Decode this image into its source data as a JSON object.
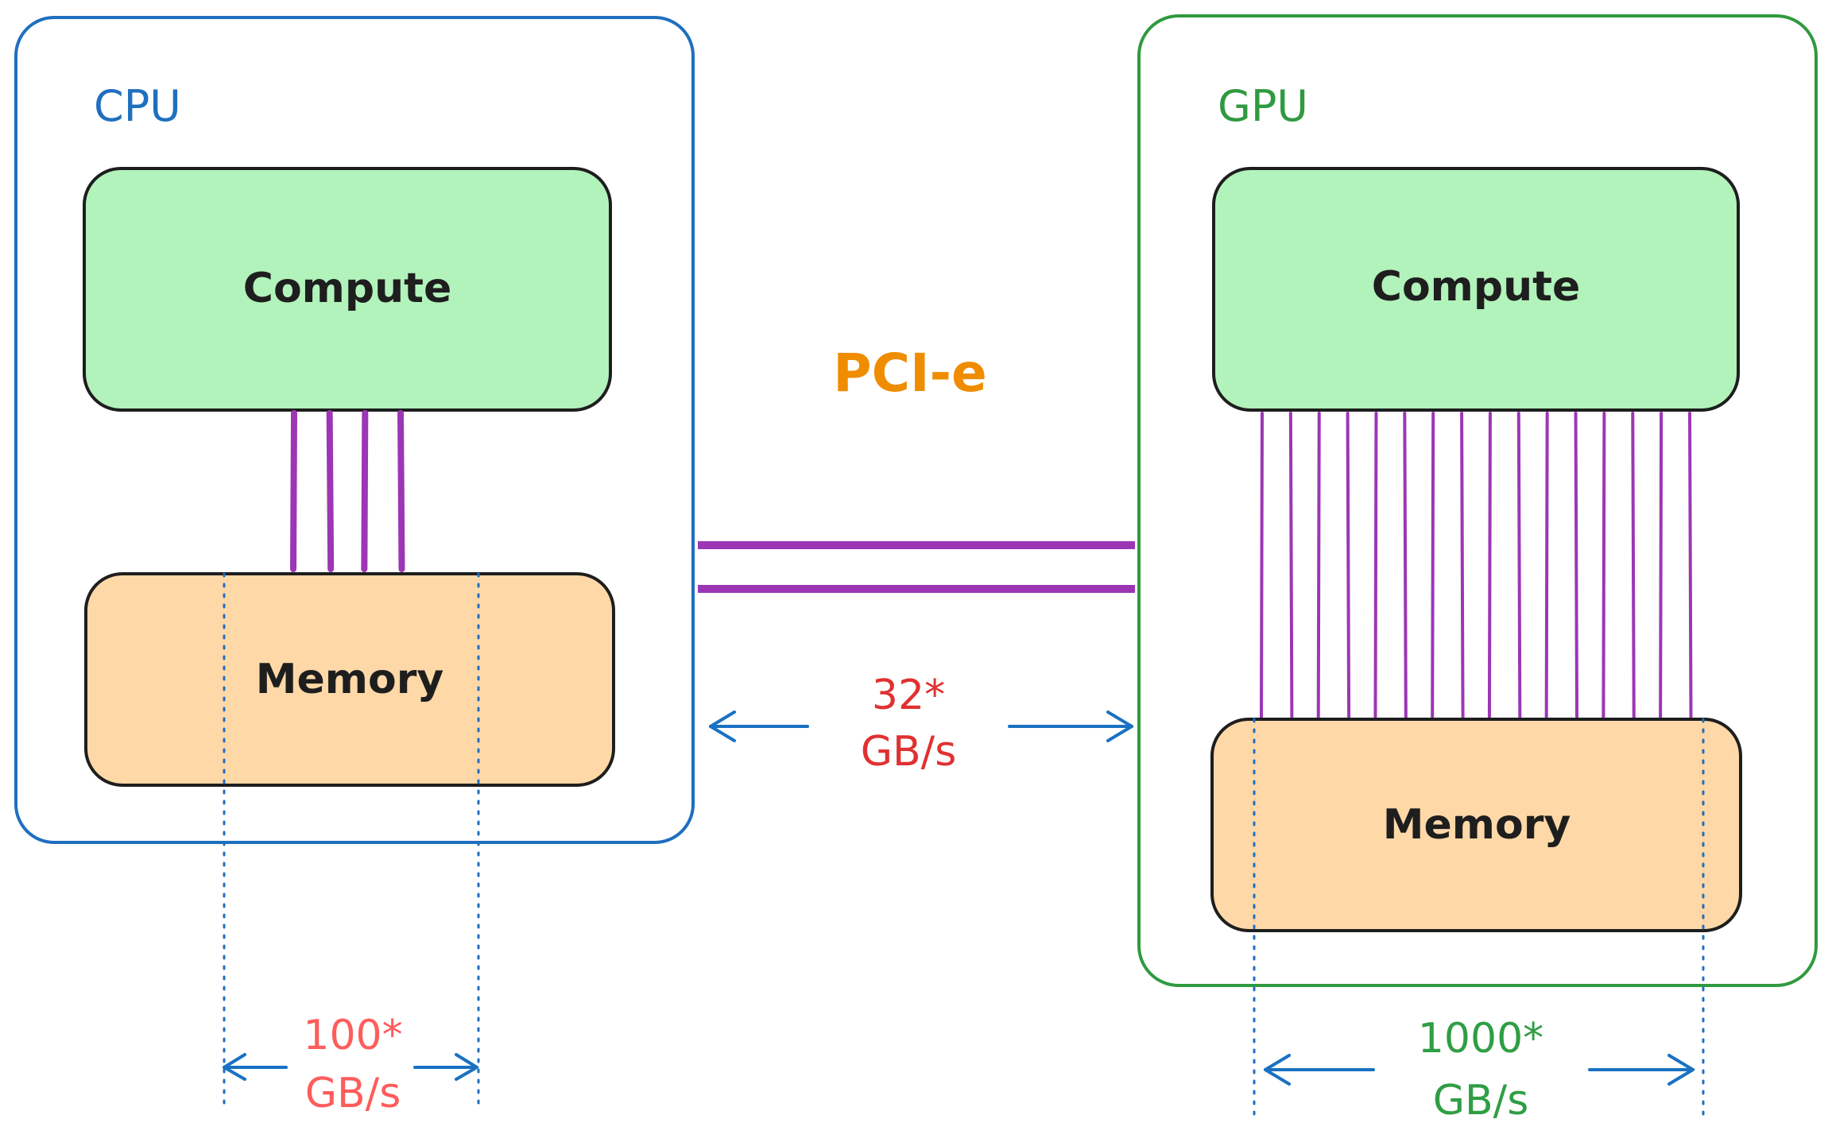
{
  "cpu": {
    "title": "CPU",
    "compute_label": "Compute",
    "memory_label": "Memory",
    "bandwidth_value": "100*",
    "bandwidth_unit": "GB/s",
    "link_count": 4
  },
  "gpu": {
    "title": "GPU",
    "compute_label": "Compute",
    "memory_label": "Memory",
    "bandwidth_value": "1000*",
    "bandwidth_unit": "GB/s",
    "link_count": 16
  },
  "pcie": {
    "label": "PCI-e",
    "bandwidth_value": "32*",
    "bandwidth_unit": "GB/s",
    "lane_count": 2
  },
  "colors": {
    "cpu_border": "#1f6fbf",
    "gpu_border": "#2f9a3f",
    "compute_fill": "#b2f2bb",
    "memory_fill": "#ffd8a8",
    "block_stroke": "#1e1e1e",
    "link": "#9c36b5",
    "pcie_label": "#f08c00",
    "pcie_bw": "#e03131",
    "cpu_bw": "#ff5c5c",
    "gpu_bw": "#2f9e44",
    "arrow": "#1971c2"
  }
}
